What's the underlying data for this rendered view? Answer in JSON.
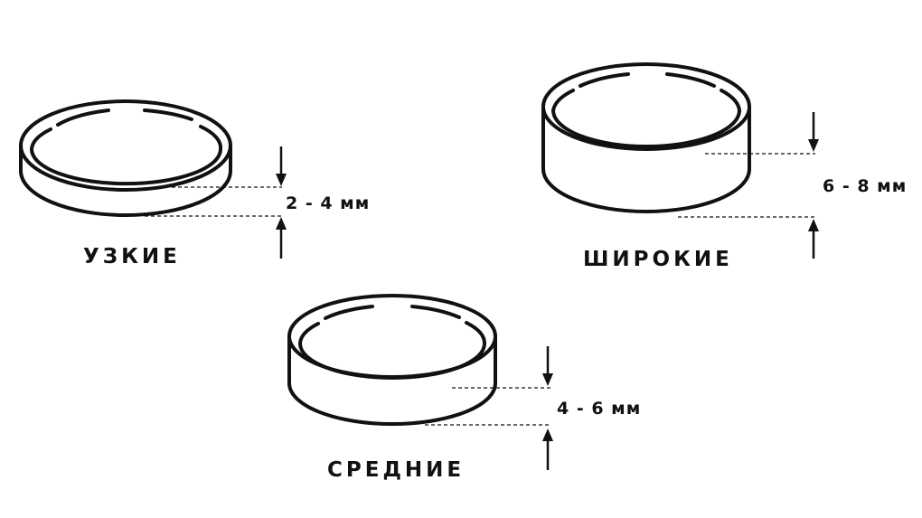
{
  "rings": [
    {
      "id": "narrow",
      "name": "УЗКИЕ",
      "width_label": "2 - 4 мм"
    },
    {
      "id": "wide",
      "name": "ШИРОКИЕ",
      "width_label": "6 - 8 мм"
    },
    {
      "id": "medium",
      "name": "СРЕДНИЕ",
      "width_label": "4 - 6 мм"
    }
  ],
  "colors": {
    "ink": "#111111",
    "background": "#ffffff"
  }
}
